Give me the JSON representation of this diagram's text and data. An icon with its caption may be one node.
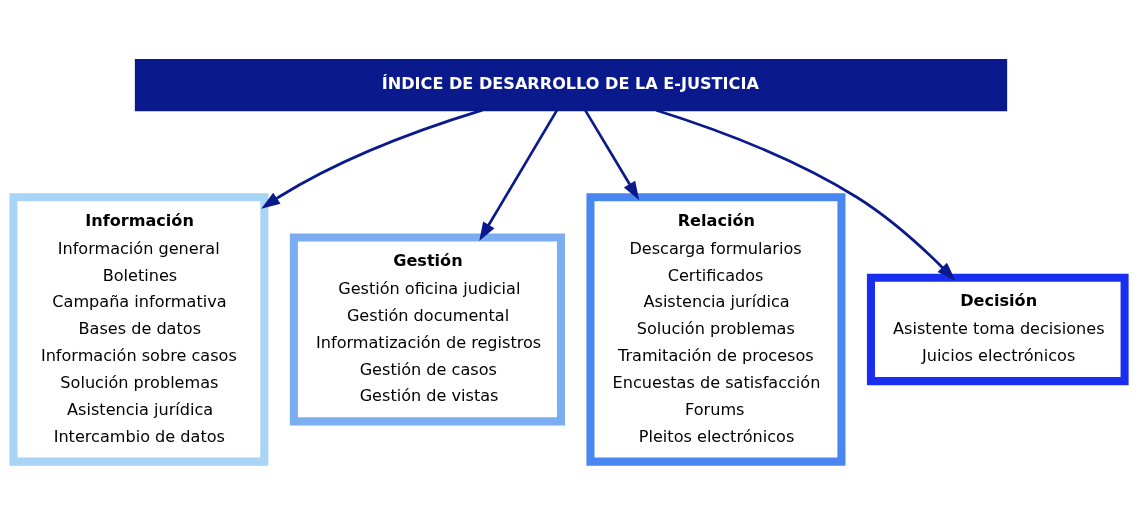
{
  "diagram": {
    "nodes": [
      {
        "text": [
          "ÍNDICE DE DESARROLLO DE LA E-JUSTICIA"
        ]
      },
      {
        "text": [
          "Información",
          "Información general",
          "Boletines",
          "Campaña informativa",
          "Bases de datos",
          "Información sobre casos",
          "Solución problemas",
          "Asistencia jurídica",
          "Intercambio de datos"
        ]
      },
      {
        "text": [
          "Gestión",
          "Gestión oficina judicial",
          "Gestión documental",
          "Informatización de registros",
          "Gestión de casos",
          "Gestión de vistas"
        ]
      },
      {
        "text": [
          "Relación",
          "Descarga formularios",
          "Certificados",
          "Asistencia jurídica",
          "Solución problemas",
          "Tramitación de procesos",
          "Encuestas de satisfacción",
          "Forums",
          "Pleitos electrónicos"
        ]
      },
      {
        "text": [
          "Decisión",
          "Asistente toma decisiones",
          "Juicios electrónicos"
        ]
      }
    ],
    "edges": [
      {
        "from": 0,
        "to": 1,
        "arrow": "to"
      },
      {
        "from": 0,
        "to": 2,
        "arrow": "to"
      },
      {
        "from": 0,
        "to": 3,
        "arrow": "to"
      },
      {
        "from": 0,
        "to": 4,
        "arrow": "to"
      }
    ]
  }
}
